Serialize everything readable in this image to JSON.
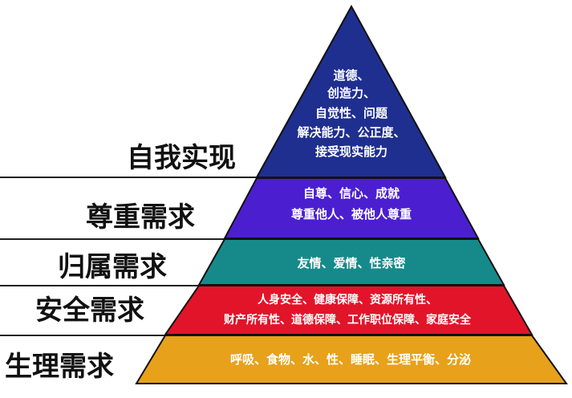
{
  "levels": [
    {
      "label": "自我实现",
      "color": "#1f2f8f",
      "lines": [
        "道德、",
        "创造力、",
        "自觉性、问题",
        "解决能力、公正度、",
        "接受现实能力"
      ]
    },
    {
      "label": "尊重需求",
      "color": "#4b1fd0",
      "lines": [
        "自尊、信心、成就",
        "尊重他人、被他人尊重"
      ]
    },
    {
      "label": "归属需求",
      "color": "#168a8a",
      "lines": [
        "友情、爱情、性亲密"
      ]
    },
    {
      "label": "安全需求",
      "color": "#e2142a",
      "lines": [
        "人身安全、健康保障、资源所有性、",
        "财产所有性、道德保障、工作职位保障、家庭安全"
      ]
    },
    {
      "label": "生理需求",
      "color": "#e7a11b",
      "lines": [
        "呼吸、食物、水、性、睡眠、生理平衡、分泌"
      ]
    }
  ]
}
